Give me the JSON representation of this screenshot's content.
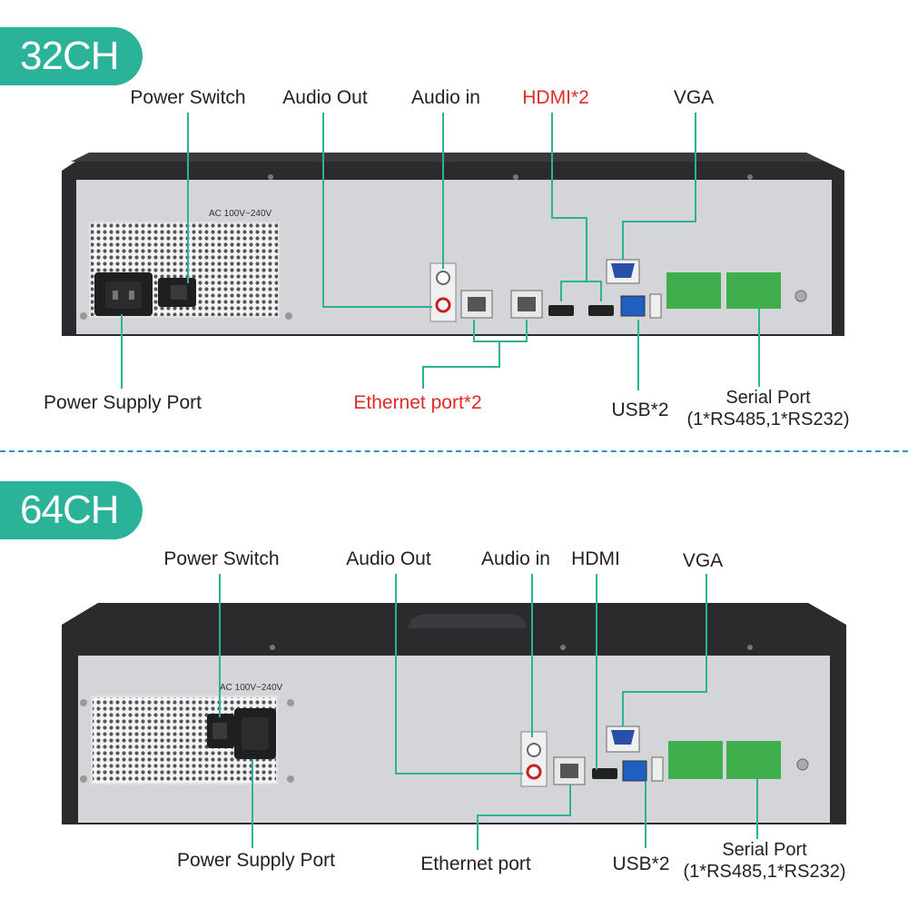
{
  "colors": {
    "accent": "#2bb39a",
    "highlight": "#e02b26",
    "divider": "#2c8fd6",
    "leader": "#2bb39a"
  },
  "top": {
    "badge": "32CH",
    "device_label": "AC 100V~240V",
    "labels": {
      "power_switch": "Power Switch",
      "audio_out": "Audio Out",
      "audio_in": "Audio in",
      "hdmi": "HDMI*2",
      "vga": "VGA",
      "power_supply": "Power Supply Port",
      "ethernet": "Ethernet port*2",
      "usb": "USB*2",
      "serial_line1": "Serial Port",
      "serial_line2": "(1*RS485,1*RS232)"
    }
  },
  "bottom": {
    "badge": "64CH",
    "device_label": "AC 100V~240V",
    "labels": {
      "power_switch": "Power Switch",
      "audio_out": "Audio Out",
      "audio_in": "Audio in",
      "hdmi": "HDMI",
      "vga": "VGA",
      "power_supply": "Power Supply Port",
      "ethernet": "Ethernet port",
      "usb": "USB*2",
      "serial_line1": "Serial Port",
      "serial_line2": "(1*RS485,1*RS232)"
    }
  }
}
